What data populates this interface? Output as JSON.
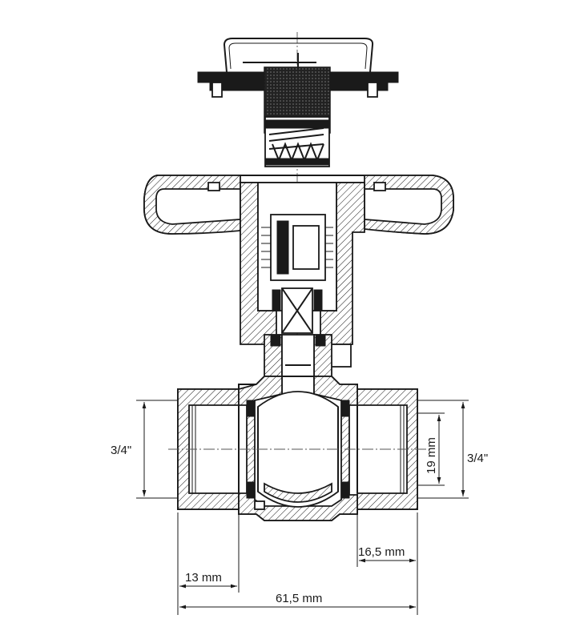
{
  "dimensions": {
    "left_thread": "3/4\"",
    "right_thread": "3/4\"",
    "bore_diameter": "19 mm",
    "right_thread_length": "16,5 mm",
    "left_thread_length": "13 mm",
    "overall_length": "61,5 mm"
  }
}
